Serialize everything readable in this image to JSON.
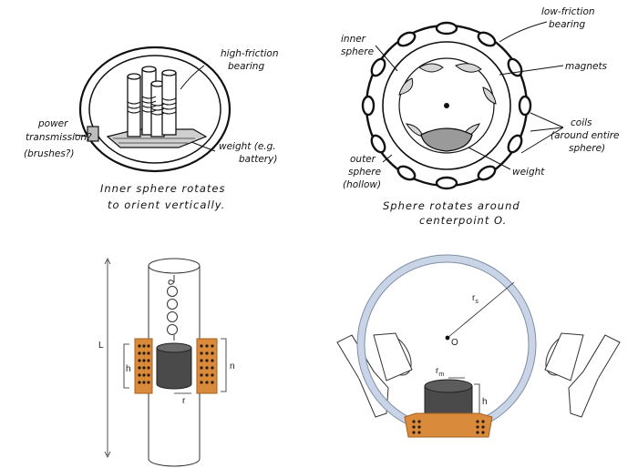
{
  "sketch1": {
    "labels": {
      "bearing_1": "high-friction",
      "bearing_2": "bearing",
      "power_1": "power",
      "power_2": "transmission?",
      "power_3": "(brushes?)",
      "weight_1": "weight (e.g.",
      "weight_2": "battery)"
    },
    "caption_1": "Inner sphere rotates",
    "caption_2": "to orient vertically."
  },
  "sketch2": {
    "labels": {
      "bearing_1": "low-friction",
      "bearing_2": "bearing",
      "inner_1": "inner",
      "inner_2": "sphere",
      "magnets": "magnets",
      "coils_1": "coils",
      "coils_2": "(around entire",
      "coils_3": "sphere)",
      "outer_1": "outer",
      "outer_2": "sphere",
      "outer_3": "(hollow)",
      "weight": "weight"
    },
    "caption_1": "Sphere rotates around",
    "caption_2": "centerpoint O."
  },
  "diagram3": {
    "L": "L",
    "h": "h",
    "n": "n",
    "r": "r"
  },
  "diagram4": {
    "rs_main": "r",
    "rs_sub": "s",
    "center": "O",
    "rm_main": "r",
    "rm_sub": "m",
    "h": "h"
  },
  "colors": {
    "copper": "#d98a3a",
    "copper_dark": "#a5601f",
    "ring": "#c9d5e6",
    "ring_edge": "#7f8ea7",
    "weight_dark": "#4a4a4a"
  }
}
